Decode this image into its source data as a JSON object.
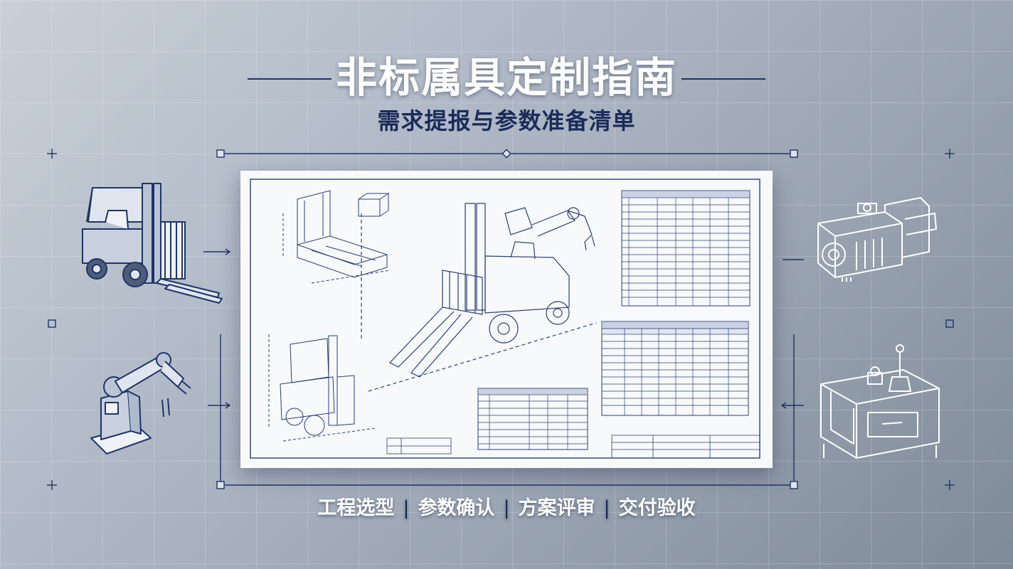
{
  "header": {
    "title": "非标属具定制指南",
    "subtitle": "需求提报与参数准备清单"
  },
  "footer": {
    "steps": [
      "工程选型",
      "参数确认",
      "方案评审",
      "交付验收"
    ],
    "separator": "|"
  },
  "colors": {
    "ink": "#1f3468",
    "title_text": "#ffffff",
    "subtitle_text": "#1a2b5a"
  },
  "illustrations": {
    "left_top": "forklift-icon",
    "left_bottom": "robot-arm-icon",
    "right_top": "motor-icon",
    "right_bottom": "joystick-control-icon",
    "center": "engineering-blueprint"
  }
}
